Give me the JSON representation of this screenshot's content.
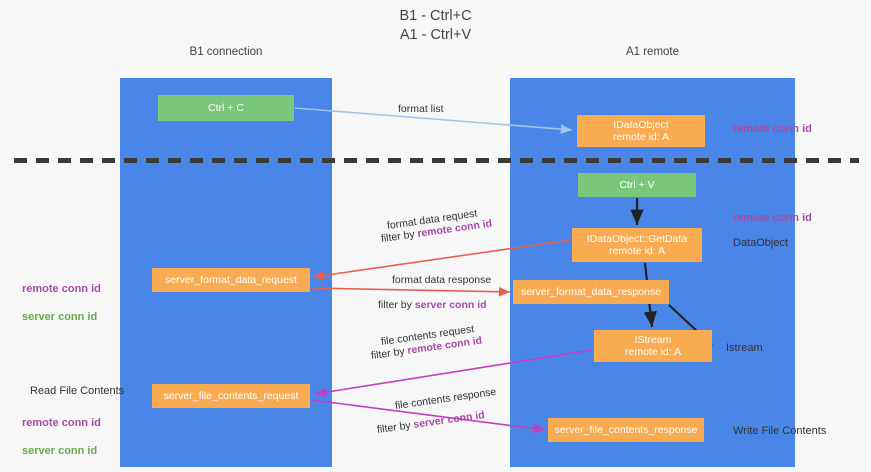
{
  "title": "B1 - Ctrl+C\nA1 - Ctrl+V",
  "lanes": {
    "left": {
      "name": "B1",
      "role": "connection",
      "header": "B1\nconnection"
    },
    "right": {
      "name": "A1",
      "role": "remote",
      "header": "A1\nremote"
    }
  },
  "boxes": {
    "ctrl_c": "Ctrl + C",
    "idataobject": "IDataObject\nremote id: A",
    "ctrl_v": "Ctrl + V",
    "getdata": "IDataObject::GetData\nremote id: A",
    "server_format_data_request": "server_format_data_request",
    "server_format_data_response": "server_format_data_response",
    "istream": "IStream\nremote id: A",
    "server_file_contents_request": "server_file_contents_request",
    "server_file_contents_response": "server_file_contents_response"
  },
  "side_labels": {
    "right_remote_conn_id_1": "remote conn id",
    "right_remote_conn_id_2": "remote conn id",
    "dataobject": "DataObject",
    "istream": "Istream",
    "write_file_contents": "Write File Contents",
    "left_remote_conn_id": "remote conn id",
    "left_server_conn_id": "server conn id",
    "read_file_contents": "Read File Contents",
    "left_remote_conn_id_2": "remote conn id",
    "left_server_conn_id_2": "server conn id"
  },
  "arrow_labels": {
    "format_list": "format list",
    "format_data_request": "format data request",
    "filter_by_remote_conn_id_1_prefix": "filter by ",
    "filter_by_remote_conn_id_1_value": "remote conn id",
    "format_data_response": "format data response",
    "filter_by_server_conn_id_1_prefix": "filter by ",
    "filter_by_server_conn_id_1_value": "server conn id",
    "file_contents_request": "file contents request",
    "filter_by_remote_conn_id_2_prefix": "filter by ",
    "filter_by_remote_conn_id_2_value": "remote conn id",
    "file_contents_response": "file contents response",
    "filter_by_server_conn_id_2_prefix": "filter by ",
    "filter_by_server_conn_id_2_value": "server conn id"
  },
  "colors": {
    "lane": "#4a86e8",
    "green_box": "#7bc67b",
    "orange_box": "#f9ab52",
    "purple_text": "#a64ca6",
    "green_text": "#6aa84f",
    "arrow_blue": "#9fc5e8",
    "arrow_red": "#e8604c",
    "arrow_magenta": "#c23fc2",
    "arrow_black": "#222222",
    "divider": "#3a3a3a",
    "background": "#f7f7f7"
  }
}
